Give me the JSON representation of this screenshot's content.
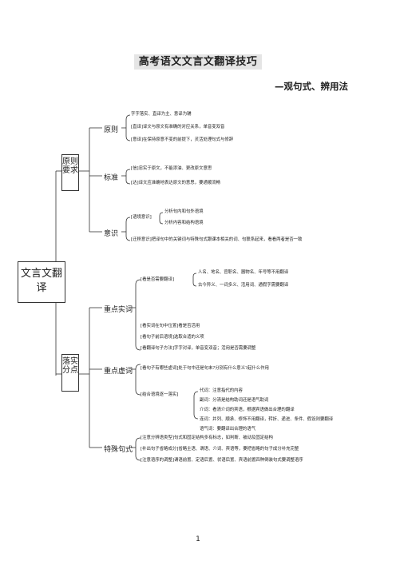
{
  "document": {
    "title": "高考语文文言文翻译技巧",
    "subtitle": "—观句式、辨用法",
    "page_number": "1"
  },
  "mindmap": {
    "root": "文言文翻译",
    "branch_1": {
      "label": "原则要求",
      "principle": {
        "label": "原则",
        "items": [
          "字字落实、直译为主、意译为辅",
          "[直译]译文与原文有准确的对应关系，单音变双音",
          "[意译]在保持原意不变的前提下，灵活处理句式与修辞"
        ]
      },
      "standard": {
        "label": "标准",
        "items": [
          "[信]忠实于原文，不能添油、更改原文意思",
          "[达]译文应准确地表达原文的意思，要通顺流畅"
        ]
      },
      "awareness": {
        "label": "意识",
        "context_label": "[语境意识]",
        "context_items": [
          "分析句内和句外语境",
          "分析内容和结构语境"
        ],
        "transfer": "[迁移意识]把译句中的关键词与特殊句式跟课本相关的词、句联系起来，看看两者是否一致"
      }
    },
    "branch_2": {
      "label": "落实分点",
      "content_words": {
        "label": "重点实词",
        "need_label": "[看是否需要翻译]",
        "need_items": [
          "人名、地名、官职名、器物名、年号等不用翻译",
          "古今异义、一词多义、活用词、通假字需要翻译"
        ],
        "others": [
          "[看实词在句中位置]看是否活用",
          "[看句子前后语境]选取合适的义项",
          "[看翻译句子方法]字字对译，单音变双音；活用是否需要调整"
        ]
      },
      "function_words": {
        "label": "重点虚词",
        "position": "[看句子有哪些虚词]处于句中还是句末?分别有什么意义?起什么作用",
        "combine_label": "[结合语境逐一落实]",
        "combine_items": [
          "代词：注意指代的内容",
          "副词：分清是结构助词还是语气助词",
          "介词：看清介词的宾语，根据宾语做出合理的翻译",
          "连词：并列、顺承、修饰不用翻译，转折、递进、条件、假设则要翻译",
          "语气词：要翻译出合理的语气"
        ]
      },
      "special_sentences": {
        "label": "特殊句式",
        "items": [
          "[注意分辨语类型]句式和固定结构多有标志，如判断、被动及固定结构",
          "[补出句子省略成分]省略主语、谓语、介词、宾语等，要把省略的句子成分补充完整",
          "[注意语序的调整]谓语前置、定语后置、状语后置、宾语前置四种倒装句式要调整语序"
        ]
      }
    }
  }
}
